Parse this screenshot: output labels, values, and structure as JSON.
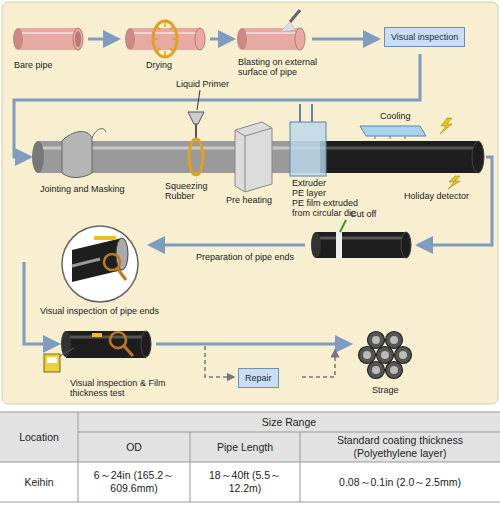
{
  "diagram": {
    "nodes": [
      {
        "text": [
          "Visual inspection"
        ]
      },
      {
        "text": [
          "Repair"
        ]
      }
    ],
    "labels": [
      "Bare pipe",
      "Drying",
      "Blasting on external surface of pipe",
      "Liquid Primer",
      "Cooling",
      "Jointing and Masking",
      "Squeezing Rubber",
      "Pre heating",
      "Extruder",
      "PE layer",
      "PE film extruded from circular die",
      "Holiday detector",
      "Cut off",
      "Preparation of pipe ends",
      "Visual inspection of pipe ends",
      "Visual inspection & Film thickness test",
      "Strage",
      "Location",
      "Size Range",
      "OD",
      "Pipe Length",
      "Standard coating thickness (Polyethylene layer)",
      "Keihin",
      "6～24in (165.2～609.6mm)",
      "18～40ft (5.5～12.2m)",
      "0.08～0.1in (2.0～2.5mm)"
    ]
  }
}
